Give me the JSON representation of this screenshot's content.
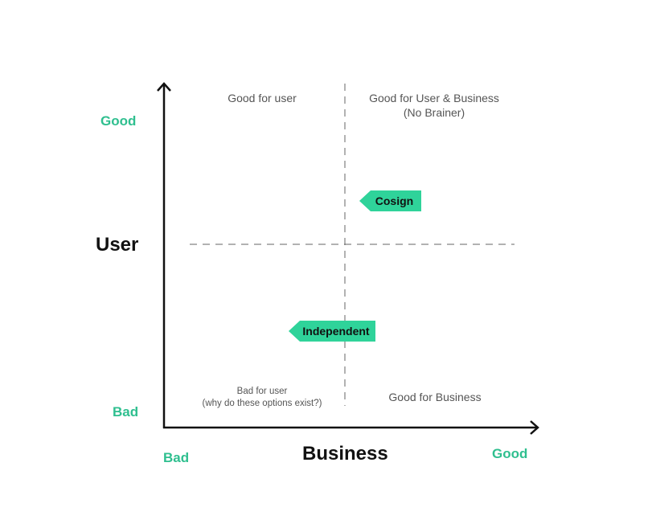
{
  "colors": {
    "accent": "#2fbf8f",
    "tag_fill": "#2fd39a",
    "axis": "#111111",
    "dashed": "#666666"
  },
  "y_axis": {
    "title": "User",
    "high_label": "Good",
    "low_label": "Bad"
  },
  "x_axis": {
    "title": "Business",
    "low_label": "Bad",
    "high_label": "Good"
  },
  "quadrants": {
    "top_left": "Good for user",
    "top_right_line1": "Good for User & Business",
    "top_right_line2": "(No Brainer)",
    "bottom_left_line1": "Bad for user",
    "bottom_left_line2": "(why do these options exist?)",
    "bottom_right": "Good for Business"
  },
  "tags": {
    "cosign": "Cosign",
    "independent": "Independent"
  }
}
